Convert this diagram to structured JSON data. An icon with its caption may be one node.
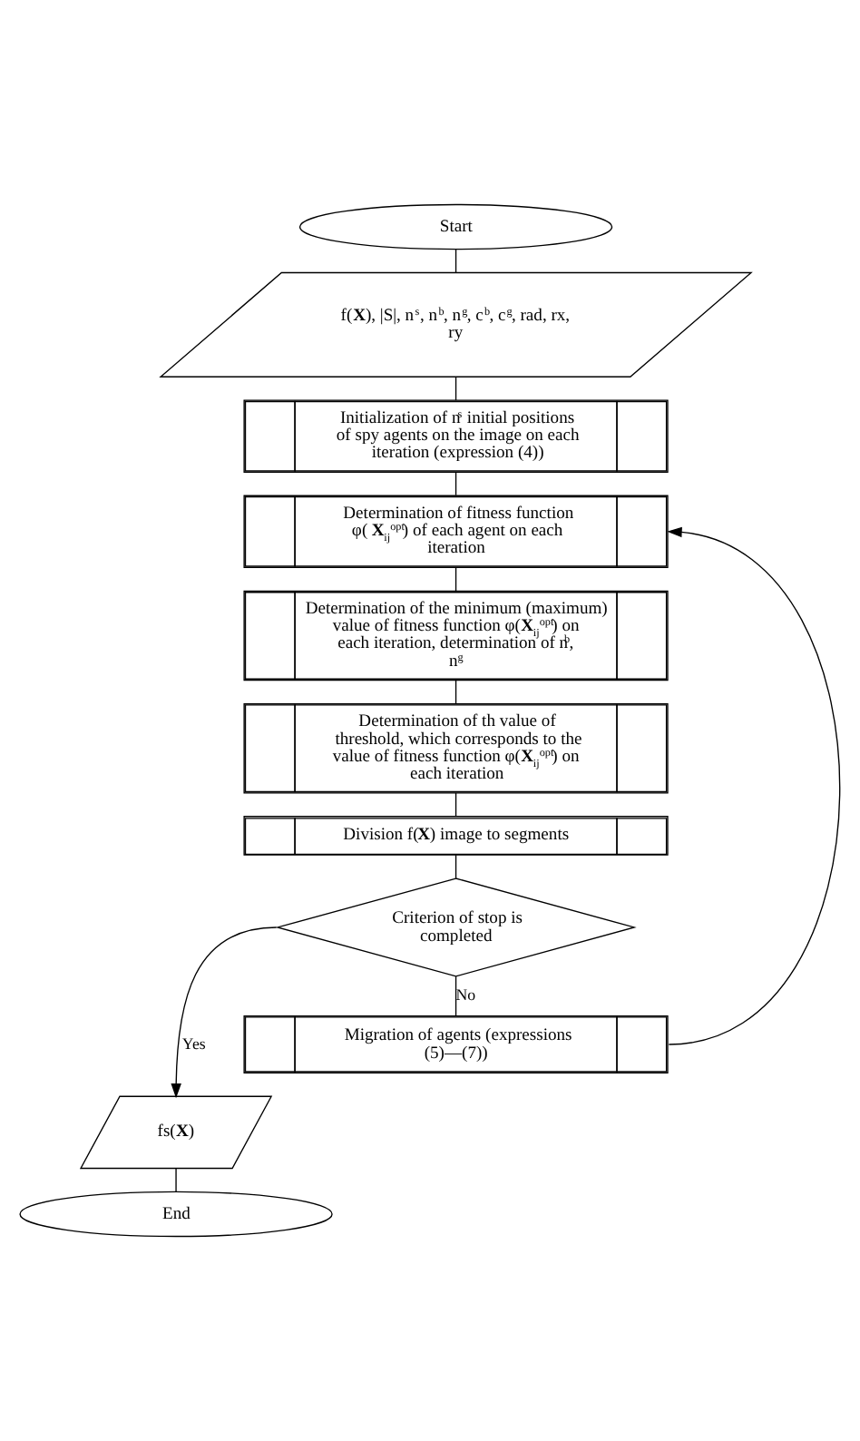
{
  "diagram": {
    "nodes": [
      {
        "text": [
          "Start"
        ]
      },
      {
        "text": [
          "f(**X**), |S|, n$^{s}$, n$^{b}$, n$^{g}$, c$^{b}$, c$^{g}$, rad, rx, ry"
        ]
      },
      {
        "text": [
          "Initialization of n$^{s}$ initial positions of spy agents on the image on each iteration (expression (4))"
        ]
      },
      {
        "text": [
          "Determination of fitness function φ(**X**$_{ij}$$^{opt}$) of each agent on each iteration"
        ]
      },
      {
        "text": [
          "Determination of the minimum (maximum) value of fitness function φ(**X**$_{ij}$$^{opt}$) on each iteration, determination of n$^{b}$, n$^{g}$"
        ]
      },
      {
        "text": [
          "Determination of th value of threshold, which corresponds to the value of fitness function φ(**X**$_{ij}$$^{opt}$) on each iteration"
        ]
      },
      {
        "text": [
          "Division f(**X**) image to segments"
        ]
      },
      {
        "text": [
          "Criterion of stop is completed"
        ]
      },
      {
        "text": [
          "Migration of agents (expressions (5)—(7))"
        ]
      },
      {
        "text": [
          "fs(**X**)"
        ]
      },
      {
        "text": [
          "End"
        ]
      }
    ],
    "edges": [
      {
        "from": 0,
        "to": 1,
        "arrow": "none"
      },
      {
        "from": 1,
        "to": 2,
        "arrow": "none"
      },
      {
        "from": 2,
        "to": 3,
        "arrow": "none"
      },
      {
        "from": 3,
        "to": 4,
        "arrow": "none"
      },
      {
        "from": 4,
        "to": 5,
        "arrow": "none"
      },
      {
        "from": 5,
        "to": 6,
        "arrow": "none"
      },
      {
        "from": 6,
        "to": 7,
        "arrow": "none"
      },
      {
        "from": 7,
        "to": 8,
        "arrow": "none",
        "label": "No"
      },
      {
        "from": 8,
        "to": 3,
        "arrow": "to"
      },
      {
        "from": 7,
        "to": 9,
        "arrow": "to",
        "label": "Yes"
      },
      {
        "from": 9,
        "to": 10,
        "arrow": "none"
      }
    ]
  }
}
